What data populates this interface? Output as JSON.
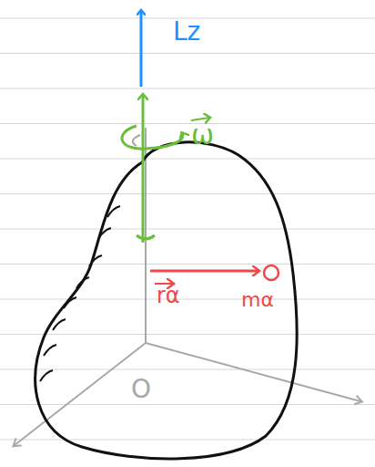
{
  "diagram": {
    "labels": [
      "Lz",
      "ω",
      "rα",
      "mα",
      "O"
    ]
  }
}
